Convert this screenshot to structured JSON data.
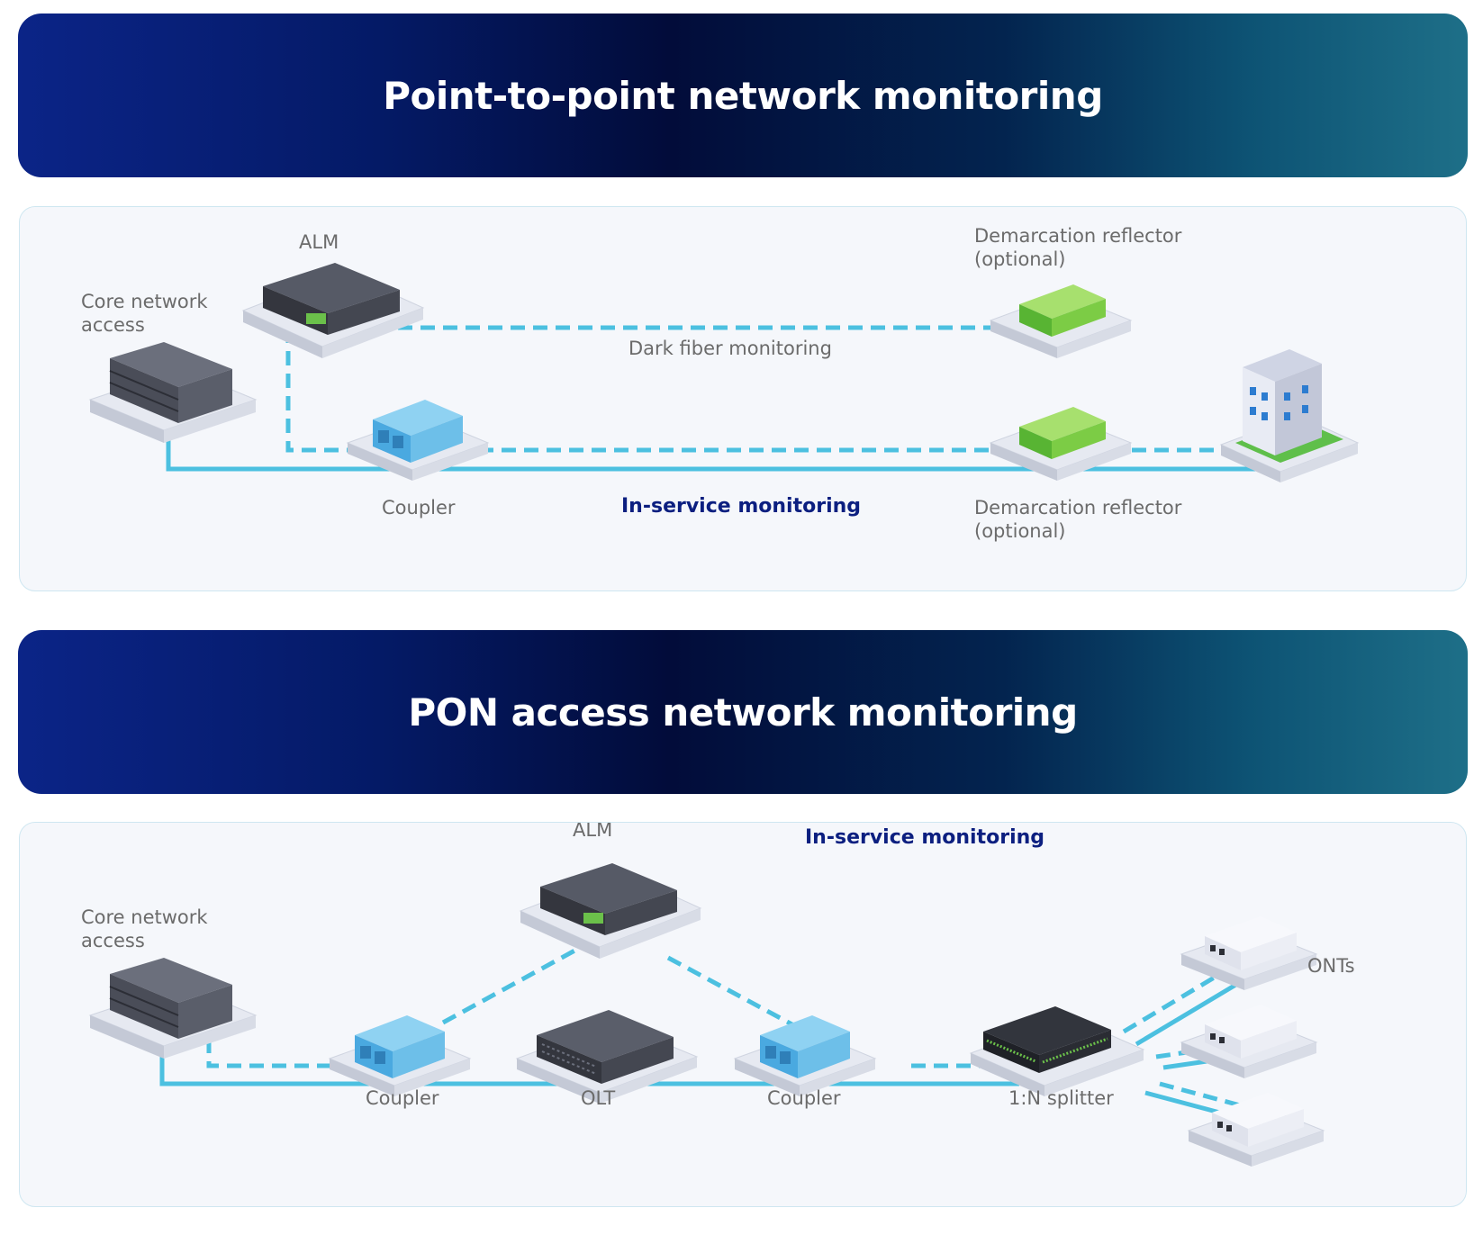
{
  "point_to_point": {
    "title": "Point-to-point network monitoring",
    "labels": {
      "core": "Core network\naccess",
      "alm": "ALM",
      "reflector_top": "Demarcation reflector\n(optional)",
      "dark_fiber": "Dark fiber monitoring",
      "coupler": "Coupler",
      "in_service": "In-service monitoring",
      "reflector_bottom": "Demarcation reflector\n(optional)"
    }
  },
  "pon": {
    "title": "PON access network monitoring",
    "labels": {
      "core": "Core network\naccess",
      "alm": "ALM",
      "in_service": "In-service monitoring",
      "onts": "ONTs",
      "coupler_left": "Coupler",
      "olt": "OLT",
      "coupler_right": "Coupler",
      "splitter": "1:N splitter"
    }
  },
  "colors": {
    "fiber": "#4cc0e0",
    "accent_text": "#0c1f80",
    "label_text": "#6b6b6b"
  }
}
